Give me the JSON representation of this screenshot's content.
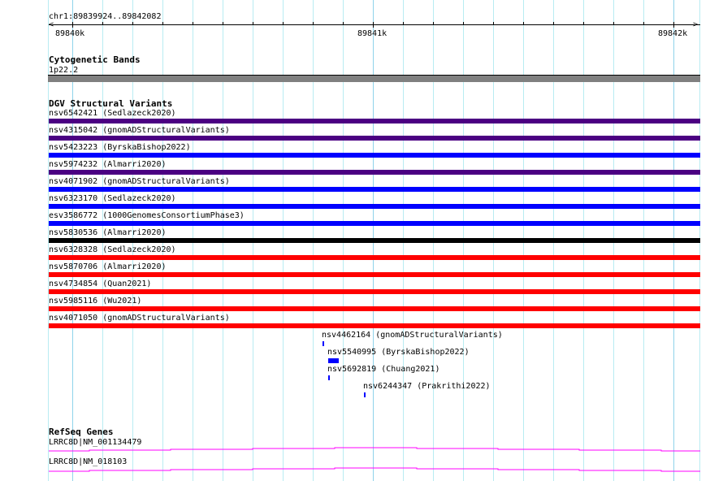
{
  "ruler": {
    "location": "chr1:89839924..89842082",
    "ticks": [
      "89840k",
      "89841k",
      "89842k"
    ]
  },
  "cytoband": {
    "title": "Cytogenetic Bands",
    "band": "1p22.2",
    "color": "#808080"
  },
  "dgv": {
    "title": "DGV Structural Variants",
    "full_rows": [
      {
        "label": "nsv6542421 (Sedlazeck2020)",
        "color": "#4b0082"
      },
      {
        "label": "nsv4315042 (gnomADStructuralVariants)",
        "color": "#4b0082"
      },
      {
        "label": "nsv5423223 (ByrskaBishop2022)",
        "color": "#0000ff"
      },
      {
        "label": "nsv5974232 (Almarri2020)",
        "color": "#4b0082"
      },
      {
        "label": "nsv4071902 (gnomADStructuralVariants)",
        "color": "#0000ff"
      },
      {
        "label": "nsv6323170 (Sedlazeck2020)",
        "color": "#0000ff"
      },
      {
        "label": "esv3586772 (1000GenomesConsortiumPhase3)",
        "color": "#0000ff"
      },
      {
        "label": "nsv5830536 (Almarri2020)",
        "color": "#000000"
      },
      {
        "label": "nsv6328328 (Sedlazeck2020)",
        "color": "#ff0000"
      },
      {
        "label": "nsv5870706 (Almarri2020)",
        "color": "#ff0000"
      },
      {
        "label": "nsv4734854 (Quan2021)",
        "color": "#ff0000"
      },
      {
        "label": "nsv5985116 (Wu2021)",
        "color": "#ff0000"
      },
      {
        "label": "nsv4071050 (gnomADStructuralVariants)",
        "color": "#ff0000"
      }
    ],
    "small": [
      {
        "label": "nsv4462164 (gnomADStructuralVariants)",
        "color": "#0000ff"
      },
      {
        "label": "nsv5540995 (ByrskaBishop2022)",
        "color": "#0000ff"
      },
      {
        "label": "nsv5692819 (Chuang2021)",
        "color": "#0000ff"
      },
      {
        "label": "nsv6244347 (Prakrithi2022)",
        "color": "#0000ff"
      }
    ]
  },
  "refseq": {
    "title": "RefSeq Genes",
    "genes": [
      {
        "label": "LRRC8D|NM_001134479",
        "color": "#ff00ff"
      },
      {
        "label": "LRRC8D|NM_018103",
        "color": "#ff00ff"
      }
    ]
  }
}
